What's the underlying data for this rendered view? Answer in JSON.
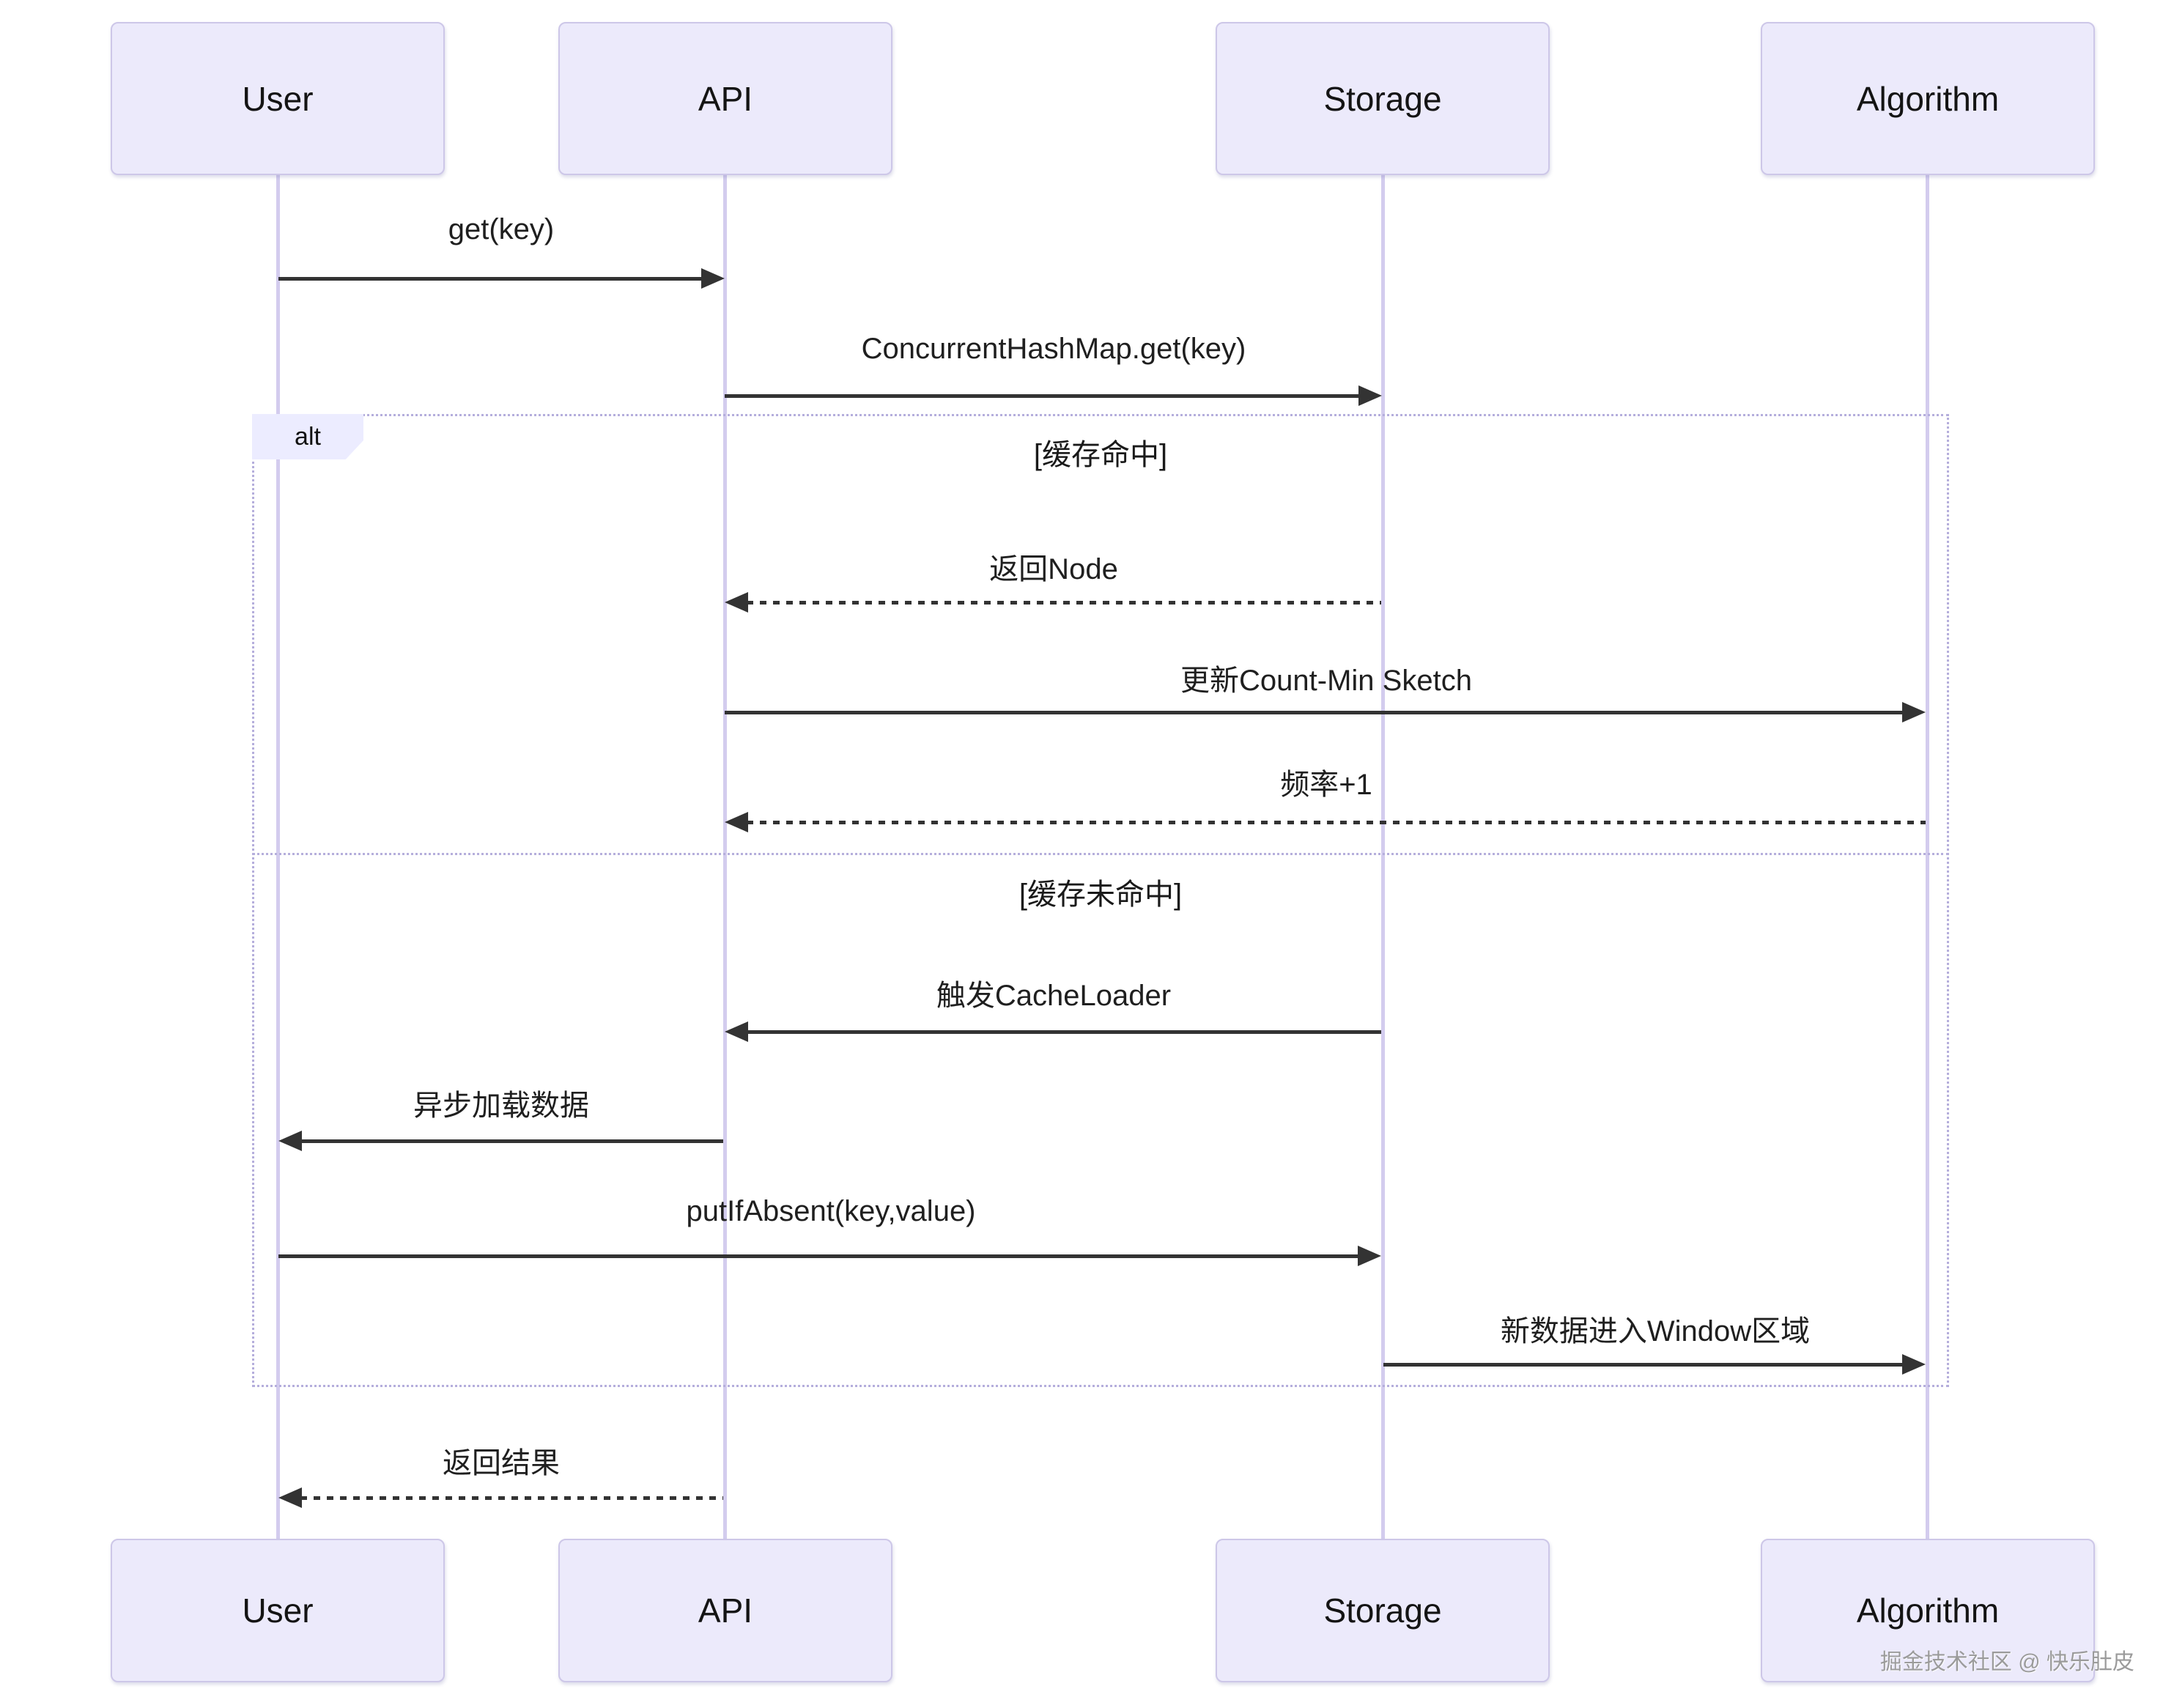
{
  "sequence": {
    "actors": [
      {
        "name": "User"
      },
      {
        "name": "API"
      },
      {
        "name": "Storage"
      },
      {
        "name": "Algorithm"
      }
    ],
    "messages": [
      {
        "from": "User",
        "to": "API",
        "label": "get(key)",
        "line": "solid"
      },
      {
        "from": "API",
        "to": "Storage",
        "label": "ConcurrentHashMap.get(key)",
        "line": "solid"
      },
      {
        "from": "Storage",
        "to": "API",
        "label": "返回Node",
        "line": "dashed"
      },
      {
        "from": "API",
        "to": "Algorithm",
        "label": "更新Count-Min Sketch",
        "line": "solid"
      },
      {
        "from": "Algorithm",
        "to": "API",
        "label": "频率+1",
        "line": "dashed"
      },
      {
        "from": "Storage",
        "to": "API",
        "label": "触发CacheLoader",
        "line": "solid"
      },
      {
        "from": "API",
        "to": "User",
        "label": "异步加载数据",
        "line": "solid"
      },
      {
        "from": "User",
        "to": "Storage",
        "label": "putIfAbsent(key,value)",
        "line": "solid"
      },
      {
        "from": "Storage",
        "to": "Algorithm",
        "label": "新数据进入Window区域",
        "line": "solid"
      },
      {
        "from": "API",
        "to": "User",
        "label": "返回结果",
        "line": "dashed"
      }
    ],
    "alt_frame": {
      "operator": "alt",
      "branches": [
        {
          "condition": "[缓存命中]"
        },
        {
          "condition": "[缓存未命中]"
        }
      ]
    },
    "watermark": "掘金技术社区 @ 快乐肚皮",
    "colors": {
      "actor_fill": "#ECEAFB",
      "actor_border": "#CDC7E8",
      "lifeline": "#D3CCEE",
      "frame_border": "#B5AEDC",
      "arrow": "#333333",
      "text": "#1F1F1F",
      "watermark_text": "#9B9B9B"
    }
  }
}
